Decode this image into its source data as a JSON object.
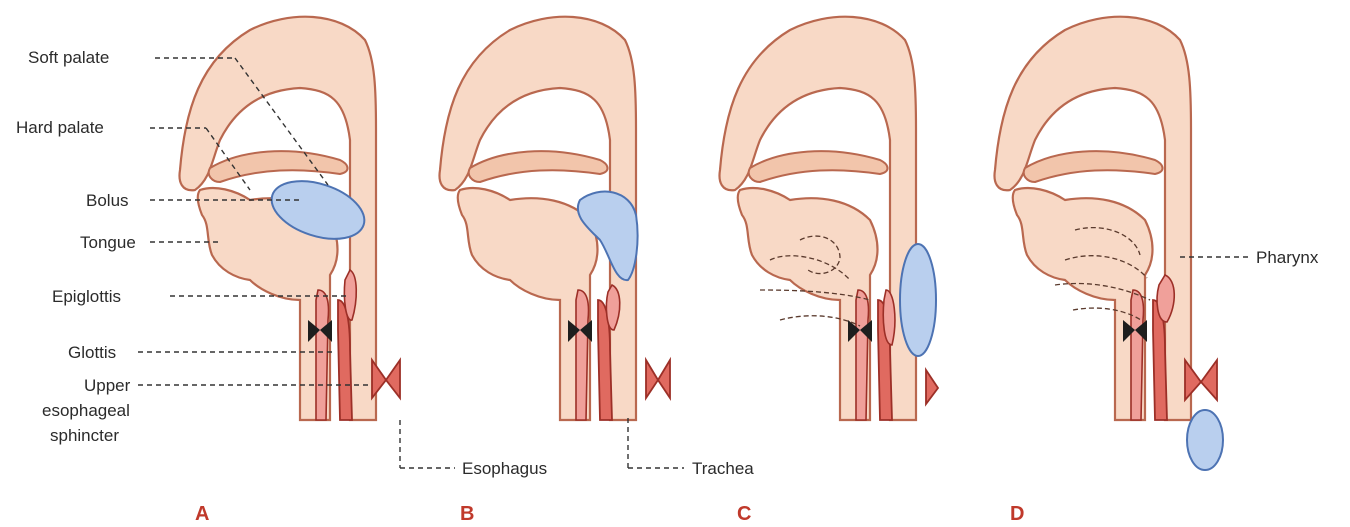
{
  "labels": {
    "soft_palate": "Soft palate",
    "hard_palate": "Hard palate",
    "bolus": "Bolus",
    "tongue": "Tongue",
    "epiglottis": "Epiglottis",
    "glottis": "Glottis",
    "ues_line1": "Upper",
    "ues_line2": "esophageal",
    "ues_line3": "sphincter",
    "esophagus": "Esophagus",
    "trachea": "Trachea",
    "pharynx": "Pharynx"
  },
  "panels": [
    "A",
    "B",
    "C",
    "D"
  ],
  "colors": {
    "tissue": "#f8d9c6",
    "outline": "#b9684f",
    "bolus": "#b9cfee",
    "muscle": "#e06a60",
    "glottis": "#1e1e1e",
    "panel_letter": "#c0392b"
  }
}
